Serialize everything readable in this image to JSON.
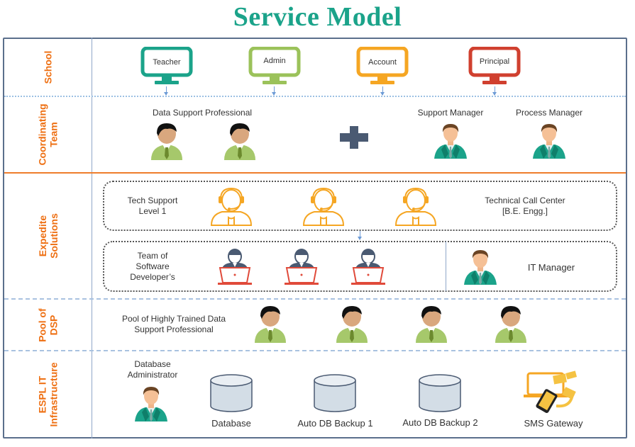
{
  "title": "Service Model",
  "colors": {
    "title": "#1ba38a",
    "row_label": "#ee6f12",
    "teacher": "#1ba38a",
    "admin": "#9bc25a",
    "account": "#f5a623",
    "principal": "#d0402f",
    "headset": "#f5a623",
    "laptop": "#e04a3a",
    "plus": "#4a5a72"
  },
  "rows": [
    {
      "label": "School"
    },
    {
      "label": "Coordinating\nTeam"
    },
    {
      "label": "Expedite\nSolutions"
    },
    {
      "label": "Pool of\nDSP"
    },
    {
      "label": "ESPL IT\nInfrastructure"
    }
  ],
  "school": {
    "terminals": [
      {
        "label": "Teacher",
        "icon": "monitor-icon"
      },
      {
        "label": "Admin",
        "icon": "monitor-icon"
      },
      {
        "label": "Account",
        "icon": "monitor-icon"
      },
      {
        "label": "Principal",
        "icon": "monitor-icon"
      }
    ]
  },
  "coordinating": {
    "dsp_label": "Data Support Professional",
    "dsp_count": 2,
    "plus_icon": "plus-icon",
    "managers": [
      {
        "label": "Support Manager",
        "icon": "manager-icon"
      },
      {
        "label": "Process Manager",
        "icon": "manager-icon"
      }
    ]
  },
  "expedite": {
    "tech_support_label": "Tech Support\nLevel 1",
    "call_center_label": "Technical Call Center\n[B.E. Engg.]",
    "headset_count": 3,
    "dev_team_label": "Team of\nSoftware\nDeveloper’s",
    "developer_count": 3,
    "it_manager_label": "IT Manager"
  },
  "pool": {
    "label": "Pool of Highly Trained Data\nSupport Professional",
    "count": 4
  },
  "infrastructure": {
    "dba_label": "Database\nAdministrator",
    "items": [
      {
        "label": "Database",
        "icon": "database-icon"
      },
      {
        "label": "Auto DB Backup 1",
        "icon": "database-icon"
      },
      {
        "label": "Auto DB Backup 2",
        "icon": "database-icon"
      },
      {
        "label": "SMS Gateway",
        "icon": "sms-gateway-icon"
      }
    ]
  }
}
